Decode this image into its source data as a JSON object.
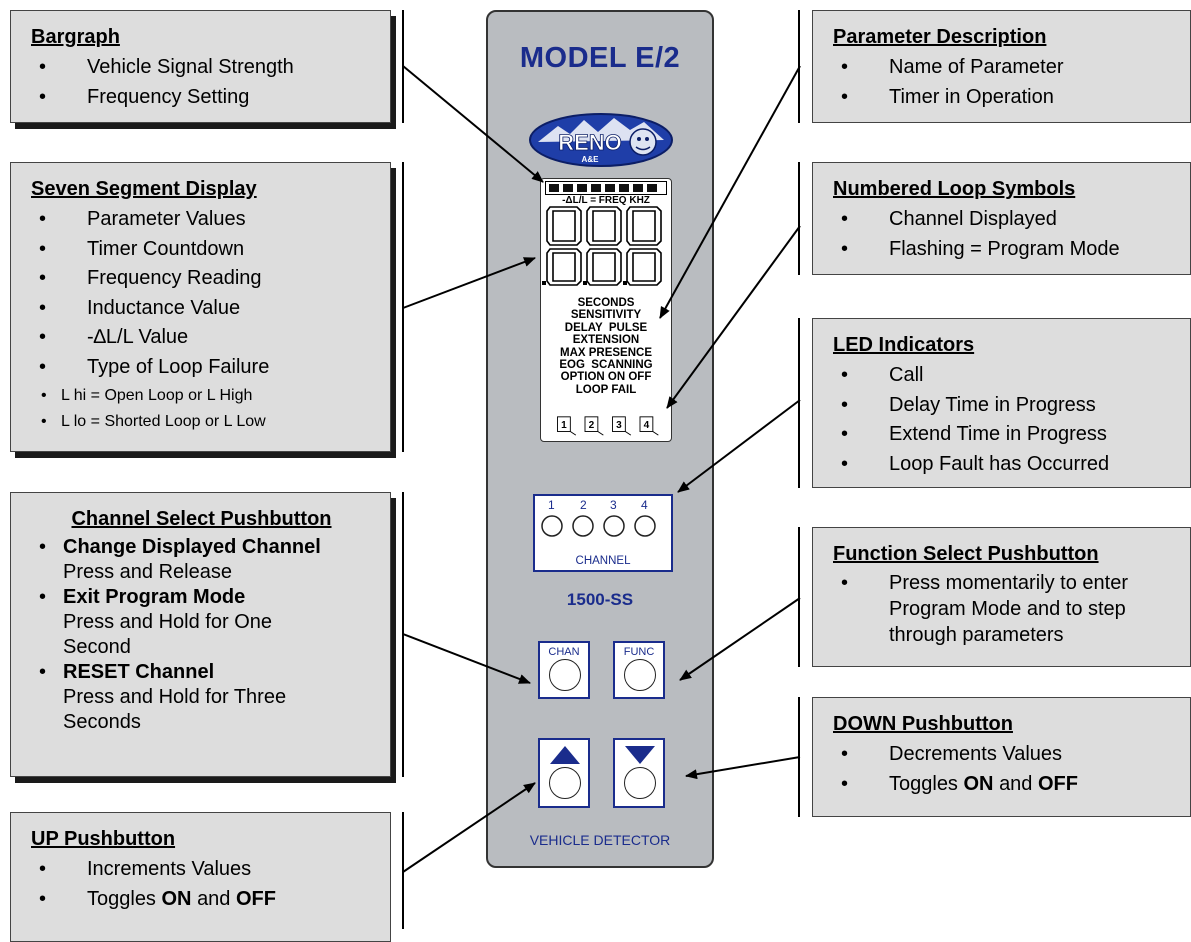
{
  "panel": {
    "title": "MODEL E/2",
    "logo_text": "RENO",
    "logo_sub": "A&E",
    "lcd_header": "-ΔL/L = FREQ KHZ",
    "lcd_words": [
      "SECONDS",
      "SENSITIVITY",
      "DELAY  PULSE",
      "EXTENSION",
      "MAX PRESENCE",
      "EOG  SCANNING",
      "OPTION ON OFF",
      "LOOP FAIL"
    ],
    "loop_numbers": [
      "1",
      "2",
      "3",
      "4"
    ],
    "channel_numbers": [
      "1",
      "2",
      "3",
      "4"
    ],
    "channel_label": "CHANNEL",
    "model_number": "1500-SS",
    "chan_button": "CHAN",
    "func_button": "FUNC",
    "footer": "VEHICLE DETECTOR"
  },
  "callouts": {
    "bargraph": {
      "title": "Bargraph",
      "items": [
        "Vehicle Signal Strength",
        "Frequency Setting"
      ]
    },
    "seven_segment": {
      "title": "Seven Segment Display",
      "items": [
        "Parameter Values",
        "Timer Countdown",
        "Frequency Reading",
        "Inductance Value",
        "-∆L/L Value",
        "Type of Loop Failure"
      ],
      "subitems": [
        "L hi = Open Loop or L High",
        "L lo = Shorted Loop or L Low"
      ]
    },
    "channel_select": {
      "title": "Channel Select Pushbutton",
      "items": [
        {
          "label": "Change Displayed Channel",
          "desc": "Press and Release"
        },
        {
          "label": "Exit Program Mode",
          "desc": "Press and Hold for One Second"
        },
        {
          "label": "RESET Channel",
          "desc": "Press and Hold for Three Seconds"
        }
      ]
    },
    "up": {
      "title": "UP Pushbutton",
      "item1": "Increments Values",
      "toggle_pre": "Toggles",
      "on": "ON",
      "and": "and",
      "off": "OFF"
    },
    "param_desc": {
      "title": "Parameter Description",
      "items": [
        "Name of Parameter",
        "Timer in Operation"
      ]
    },
    "loop_symbols": {
      "title": "Numbered Loop Symbols",
      "items": [
        "Channel Displayed",
        "Flashing = Program Mode"
      ]
    },
    "led": {
      "title": "LED Indicators",
      "items": [
        "Call",
        "Delay Time in Progress",
        "Extend Time in Progress",
        "Loop Fault has Occurred"
      ]
    },
    "function_select": {
      "title": "Function Select Pushbutton",
      "item1_line1": "Press momentarily to enter",
      "item1_line2": "Program Mode and to step",
      "item1_line3": "through parameters"
    },
    "down": {
      "title": "DOWN Pushbutton",
      "item1": "Decrements Values",
      "toggle_pre": "Toggles",
      "on": "ON",
      "and": "and",
      "off": "OFF"
    }
  },
  "colors": {
    "panel": "#b9bcc0",
    "accent_blue": "#1a2c8c",
    "callout_bg": "#dddddd"
  }
}
